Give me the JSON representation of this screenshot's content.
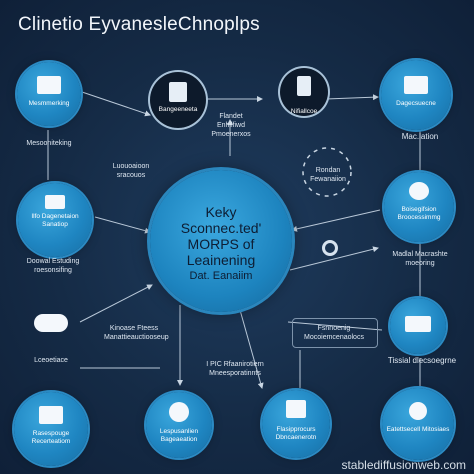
{
  "title": "Clinetio EyvaneslеChnoplps",
  "center": {
    "line1": "Keky",
    "line2": "Sconnec.ted'",
    "line3": "MORPS of",
    "line4": "Leainening",
    "line5": "Dat. Eanaiim"
  },
  "nodes": {
    "tl": {
      "caption": "Mesmmerking",
      "label": "Mesooniteking"
    },
    "tm1": {
      "caption": "Bangeeneeta"
    },
    "tm2": {
      "caption": "Nifiallcoe"
    },
    "tr": {
      "caption": "Dagecsuecne",
      "label": "Mac.lation"
    },
    "ml": {
      "caption": "Ilfo Dagenetaion Sanatiop",
      "label": "Doowal Estuding roesonsifing"
    },
    "mr": {
      "caption": "Boisegifsion Broocessimmg",
      "label": "Madlal Macrashte moeoring"
    },
    "cloud": {
      "label": "Lceoetiace"
    },
    "br2": {
      "label": "Tissial dlecsoegrne"
    },
    "b1": {
      "caption": "Rasespouge Recerteatiom"
    },
    "b2": {
      "caption": "Lespusanlien Bageaeation"
    },
    "b3": {
      "caption": "Flasipprocurs Dbncaenerotn"
    },
    "b4": {
      "caption": "Eatettsecell Mitosiaes"
    }
  },
  "labels": {
    "a1": "Luouoaioon sracouos",
    "a2": "Flandet Enhilfiwd Pmoenerxos",
    "a3": "Rondan Fewanaiion",
    "a4": "Kinoase Fteess Manattieauctiooseup",
    "a5": "Fsnnoenig Mocoiemcenaolocs",
    "a6": "I PIC Rfaanirotiern Mneesporatinnts"
  },
  "watermark": "stablediffusionweb.com"
}
